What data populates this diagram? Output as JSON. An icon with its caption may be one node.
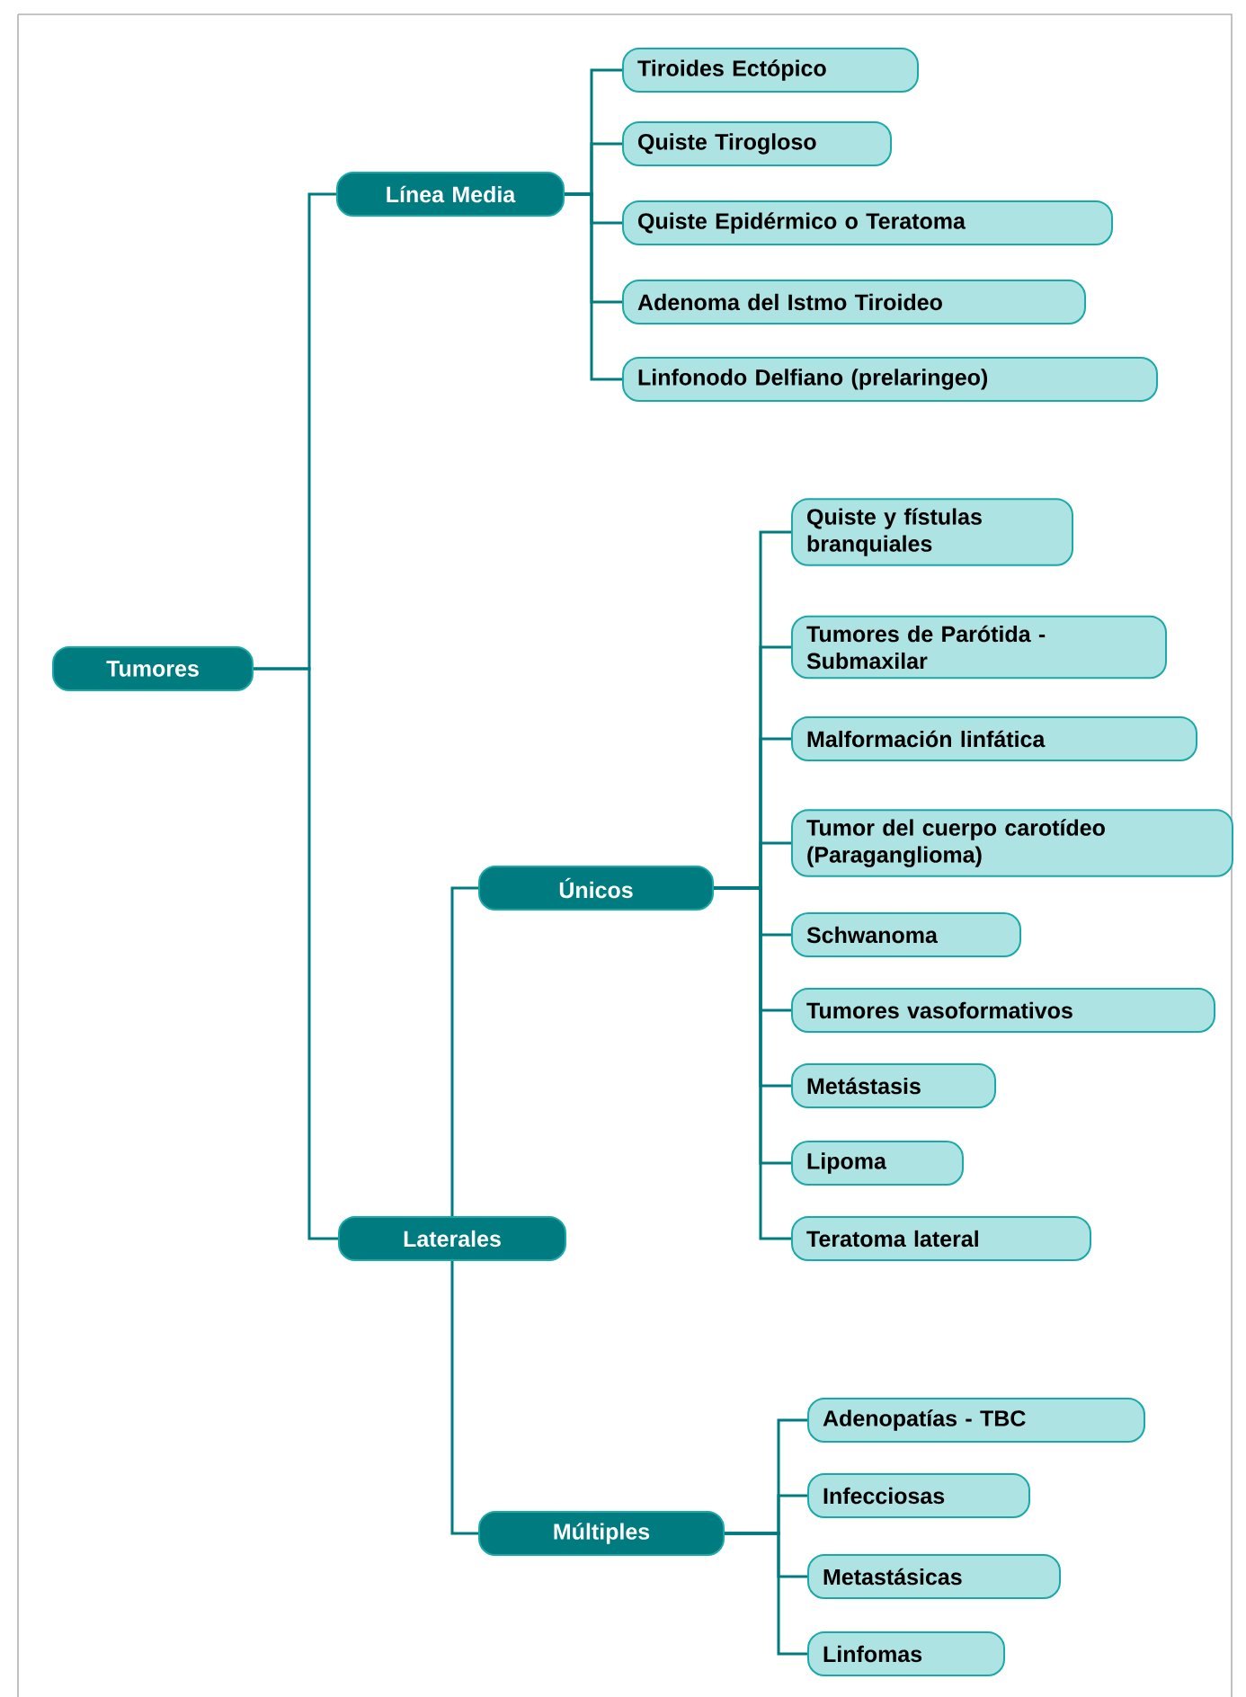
{
  "diagram": {
    "nodes": [
      {
        "text": [
          "Tumores"
        ]
      },
      {
        "text": [
          "Línea Media"
        ]
      },
      {
        "text": [
          "Tiroides Ectópico"
        ]
      },
      {
        "text": [
          "Quiste Tirogloso"
        ]
      },
      {
        "text": [
          "Quiste Epidérmico o Teratoma"
        ]
      },
      {
        "text": [
          "Adenoma del Istmo Tiroideo"
        ]
      },
      {
        "text": [
          "Linfonodo Delfiano (prelaringeo)"
        ]
      },
      {
        "text": [
          "Laterales"
        ]
      },
      {
        "text": [
          "Únicos"
        ]
      },
      {
        "text": [
          "Quiste y fístulas branquiales"
        ]
      },
      {
        "text": [
          "Tumores de Parótida - Submaxilar"
        ]
      },
      {
        "text": [
          "Malformación linfática"
        ]
      },
      {
        "text": [
          "Tumor del cuerpo carotídeo (Paraganglioma)"
        ]
      },
      {
        "text": [
          "Schwanoma"
        ]
      },
      {
        "text": [
          "Tumores vasoformativos"
        ]
      },
      {
        "text": [
          "Metástasis"
        ]
      },
      {
        "text": [
          "Lipoma"
        ]
      },
      {
        "text": [
          "Teratoma lateral"
        ]
      },
      {
        "text": [
          "Múltiples"
        ]
      },
      {
        "text": [
          "Adenopatías - TBC"
        ]
      },
      {
        "text": [
          "Infecciosas"
        ]
      },
      {
        "text": [
          "Metastásicas"
        ]
      },
      {
        "text": [
          "Linfomas"
        ]
      }
    ],
    "edges": [
      {
        "from": 0,
        "to": 1,
        "arrow": "none"
      },
      {
        "from": 0,
        "to": 7,
        "arrow": "none"
      },
      {
        "from": 1,
        "to": 2,
        "arrow": "none"
      },
      {
        "from": 1,
        "to": 3,
        "arrow": "none"
      },
      {
        "from": 1,
        "to": 4,
        "arrow": "none"
      },
      {
        "from": 1,
        "to": 5,
        "arrow": "none"
      },
      {
        "from": 1,
        "to": 6,
        "arrow": "none"
      },
      {
        "from": 7,
        "to": 8,
        "arrow": "none"
      },
      {
        "from": 7,
        "to": 18,
        "arrow": "none"
      },
      {
        "from": 8,
        "to": 9,
        "arrow": "none"
      },
      {
        "from": 8,
        "to": 10,
        "arrow": "none"
      },
      {
        "from": 8,
        "to": 11,
        "arrow": "none"
      },
      {
        "from": 8,
        "to": 12,
        "arrow": "none"
      },
      {
        "from": 8,
        "to": 13,
        "arrow": "none"
      },
      {
        "from": 8,
        "to": 14,
        "arrow": "none"
      },
      {
        "from": 8,
        "to": 15,
        "arrow": "none"
      },
      {
        "from": 8,
        "to": 16,
        "arrow": "none"
      },
      {
        "from": 8,
        "to": 17,
        "arrow": "none"
      },
      {
        "from": 18,
        "to": 19,
        "arrow": "none"
      },
      {
        "from": 18,
        "to": 20,
        "arrow": "none"
      },
      {
        "from": 18,
        "to": 21,
        "arrow": "none"
      },
      {
        "from": 18,
        "to": 22,
        "arrow": "none"
      }
    ]
  }
}
